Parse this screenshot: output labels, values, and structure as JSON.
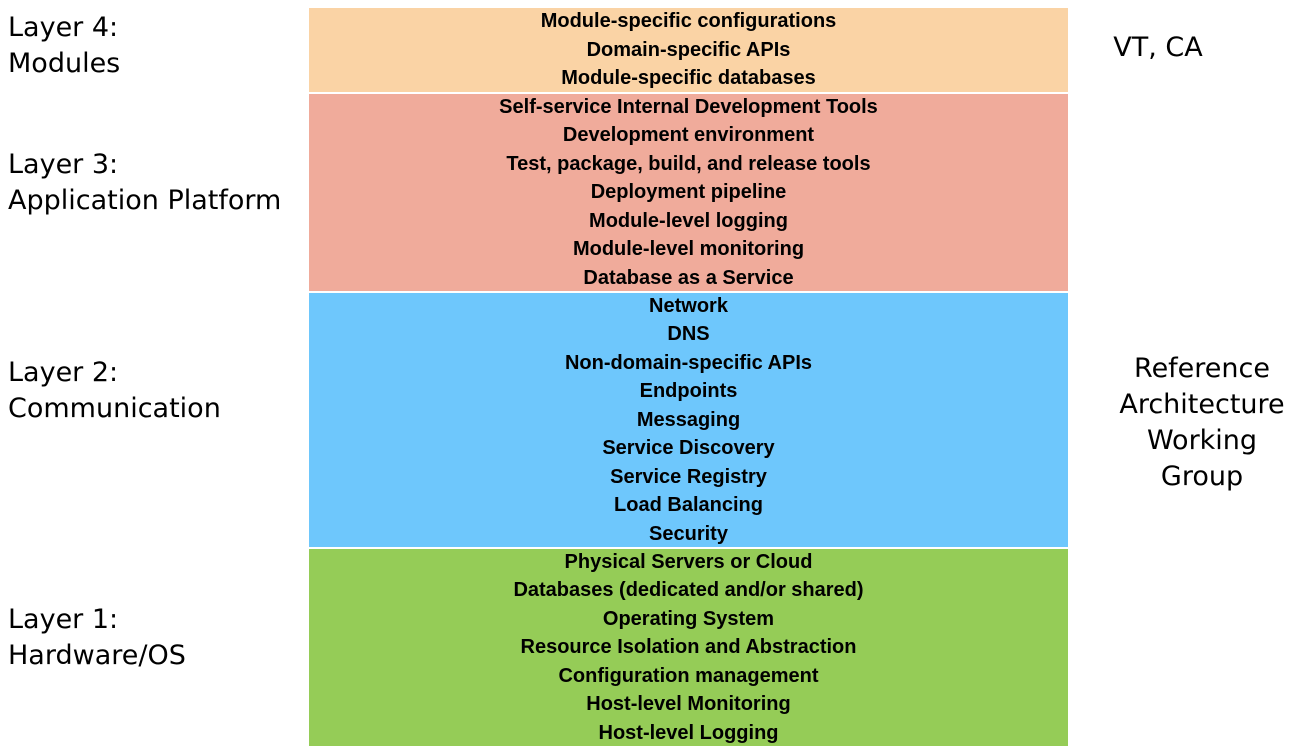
{
  "colors": {
    "layer4": "#fad3a5",
    "layer3": "#f0ab9b",
    "layer2": "#6ec7fc",
    "layer1": "#95cc57"
  },
  "layers": [
    {
      "label": "Layer 4:\nModules",
      "items": [
        "Module-specific configurations",
        "Domain-specific APIs",
        "Module-specific databases"
      ]
    },
    {
      "label": "Layer 3:\nApplication Platform",
      "items": [
        "Self-service Internal Development Tools",
        "Development environment",
        "Test, package, build, and release tools",
        "Deployment pipeline",
        "Module-level logging",
        "Module-level monitoring",
        "Database as a Service"
      ]
    },
    {
      "label": "Layer 2:\nCommunication",
      "items": [
        "Network",
        "DNS",
        "Non-domain-specific APIs",
        "Endpoints",
        "Messaging",
        "Service Discovery",
        "Service Registry",
        "Load Balancing",
        "Security"
      ]
    },
    {
      "label": "Layer 1:\nHardware/OS",
      "items": [
        "Physical Servers or Cloud",
        "Databases (dedicated and/or shared)",
        "Operating System",
        "Resource Isolation and Abstraction",
        "Configuration management",
        "Host-level Monitoring",
        "Host-level Logging"
      ]
    }
  ],
  "owners": {
    "top": "VT, CA",
    "reference": "Reference\nArchitecture\nWorking\nGroup"
  }
}
